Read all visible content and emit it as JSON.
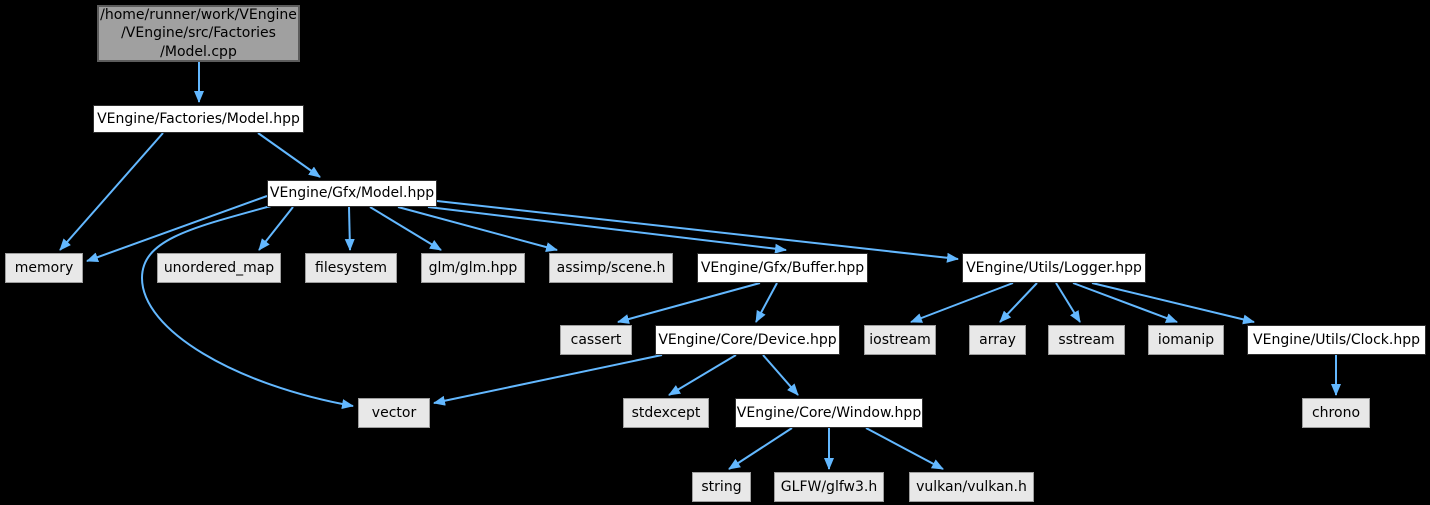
{
  "diagram": {
    "kind": "doxygen-include-dependency-graph",
    "background_color": "#000000",
    "edge_color": "#63b8ff",
    "header_node_fill": "#ffffff",
    "leaf_node_fill": "#e8e8e8",
    "source_node_fill": "#a0a0a0"
  },
  "nodes": {
    "model_cpp": {
      "label": "/home/runner/work/VEngine\n/VEngine/src/Factories\n/Model.cpp",
      "kind": "source"
    },
    "factories_model_hpp": {
      "label": "VEngine/Factories/Model.hpp",
      "kind": "header"
    },
    "gfx_model_hpp": {
      "label": "VEngine/Gfx/Model.hpp",
      "kind": "header"
    },
    "memory": {
      "label": "memory",
      "kind": "system"
    },
    "unordered_map": {
      "label": "unordered_map",
      "kind": "system"
    },
    "filesystem": {
      "label": "filesystem",
      "kind": "system"
    },
    "glm_glm_hpp": {
      "label": "glm/glm.hpp",
      "kind": "system"
    },
    "assimp_scene_h": {
      "label": "assimp/scene.h",
      "kind": "system"
    },
    "gfx_buffer_hpp": {
      "label": "VEngine/Gfx/Buffer.hpp",
      "kind": "header"
    },
    "utils_logger_hpp": {
      "label": "VEngine/Utils/Logger.hpp",
      "kind": "header"
    },
    "cassert": {
      "label": "cassert",
      "kind": "system"
    },
    "core_device_hpp": {
      "label": "VEngine/Core/Device.hpp",
      "kind": "header"
    },
    "iostream": {
      "label": "iostream",
      "kind": "system"
    },
    "array": {
      "label": "array",
      "kind": "system"
    },
    "sstream": {
      "label": "sstream",
      "kind": "system"
    },
    "iomanip": {
      "label": "iomanip",
      "kind": "system"
    },
    "utils_clock_hpp": {
      "label": "VEngine/Utils/Clock.hpp",
      "kind": "header"
    },
    "vector": {
      "label": "vector",
      "kind": "system"
    },
    "stdexcept": {
      "label": "stdexcept",
      "kind": "system"
    },
    "core_window_hpp": {
      "label": "VEngine/Core/Window.hpp",
      "kind": "header"
    },
    "chrono": {
      "label": "chrono",
      "kind": "system"
    },
    "string": {
      "label": "string",
      "kind": "system"
    },
    "glfw_glfw3_h": {
      "label": "GLFW/glfw3.h",
      "kind": "system"
    },
    "vulkan_vulkan_h": {
      "label": "vulkan/vulkan.h",
      "kind": "system"
    }
  },
  "edges": [
    {
      "from": "model_cpp",
      "to": "factories_model_hpp"
    },
    {
      "from": "factories_model_hpp",
      "to": "memory"
    },
    {
      "from": "factories_model_hpp",
      "to": "gfx_model_hpp"
    },
    {
      "from": "gfx_model_hpp",
      "to": "memory"
    },
    {
      "from": "gfx_model_hpp",
      "to": "unordered_map"
    },
    {
      "from": "gfx_model_hpp",
      "to": "filesystem"
    },
    {
      "from": "gfx_model_hpp",
      "to": "glm_glm_hpp"
    },
    {
      "from": "gfx_model_hpp",
      "to": "assimp_scene_h"
    },
    {
      "from": "gfx_model_hpp",
      "to": "gfx_buffer_hpp"
    },
    {
      "from": "gfx_model_hpp",
      "to": "utils_logger_hpp"
    },
    {
      "from": "gfx_model_hpp",
      "to": "vector"
    },
    {
      "from": "gfx_buffer_hpp",
      "to": "cassert"
    },
    {
      "from": "gfx_buffer_hpp",
      "to": "core_device_hpp"
    },
    {
      "from": "utils_logger_hpp",
      "to": "iostream"
    },
    {
      "from": "utils_logger_hpp",
      "to": "array"
    },
    {
      "from": "utils_logger_hpp",
      "to": "sstream"
    },
    {
      "from": "utils_logger_hpp",
      "to": "iomanip"
    },
    {
      "from": "utils_logger_hpp",
      "to": "utils_clock_hpp"
    },
    {
      "from": "core_device_hpp",
      "to": "vector"
    },
    {
      "from": "core_device_hpp",
      "to": "stdexcept"
    },
    {
      "from": "core_device_hpp",
      "to": "core_window_hpp"
    },
    {
      "from": "utils_clock_hpp",
      "to": "chrono"
    },
    {
      "from": "core_window_hpp",
      "to": "string"
    },
    {
      "from": "core_window_hpp",
      "to": "glfw_glfw3_h"
    },
    {
      "from": "core_window_hpp",
      "to": "vulkan_vulkan_h"
    }
  ]
}
